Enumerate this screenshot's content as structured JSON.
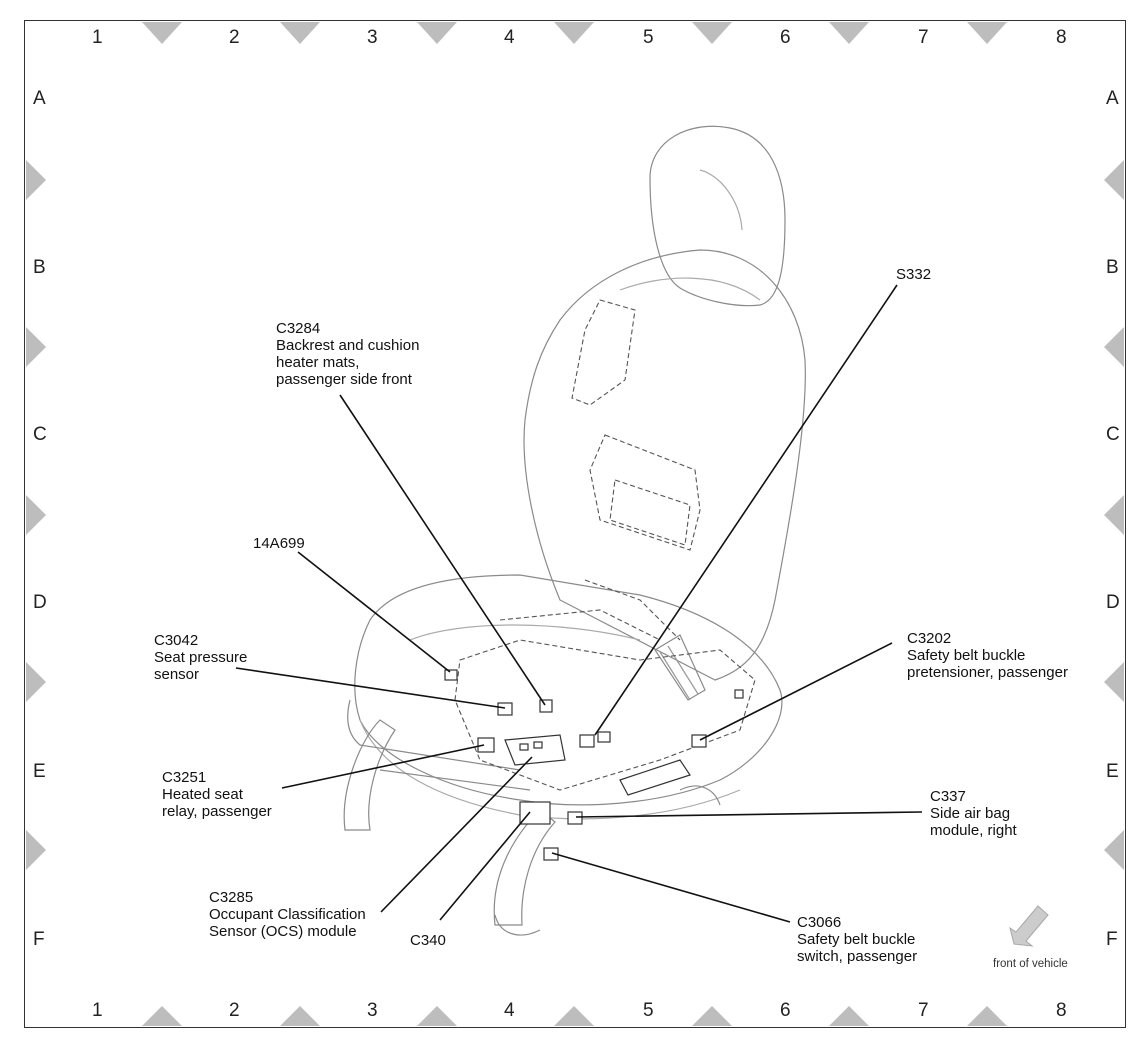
{
  "grid": {
    "columns": [
      "1",
      "2",
      "3",
      "4",
      "5",
      "6",
      "7",
      "8"
    ],
    "rows": [
      "A",
      "B",
      "C",
      "D",
      "E",
      "F"
    ]
  },
  "callouts": {
    "s332": {
      "lines": [
        "S332"
      ]
    },
    "c3284": {
      "lines": [
        "C3284",
        "Backrest and cushion",
        "heater mats,",
        "passenger side front"
      ]
    },
    "14a699": {
      "lines": [
        "14A699"
      ]
    },
    "c3042": {
      "lines": [
        "C3042",
        "Seat pressure",
        "sensor"
      ]
    },
    "c3251": {
      "lines": [
        "C3251",
        "Heated seat",
        "relay, passenger"
      ]
    },
    "c3285": {
      "lines": [
        "C3285",
        "Occupant Classification",
        "Sensor (OCS) module"
      ]
    },
    "c340": {
      "lines": [
        "C340"
      ]
    },
    "c3202": {
      "lines": [
        "C3202",
        "Safety belt buckle",
        "pretensioner, passenger"
      ]
    },
    "c337": {
      "lines": [
        "C337",
        "Side air bag",
        "module, right"
      ]
    },
    "c3066": {
      "lines": [
        "C3066",
        "Safety belt buckle",
        "switch, passenger"
      ]
    }
  },
  "front_of_vehicle_label": "front of vehicle",
  "colors": {
    "line": "#111111",
    "drawing": "#777777",
    "marker": "#bdbdbd",
    "arrow": "#c8c8c8"
  }
}
